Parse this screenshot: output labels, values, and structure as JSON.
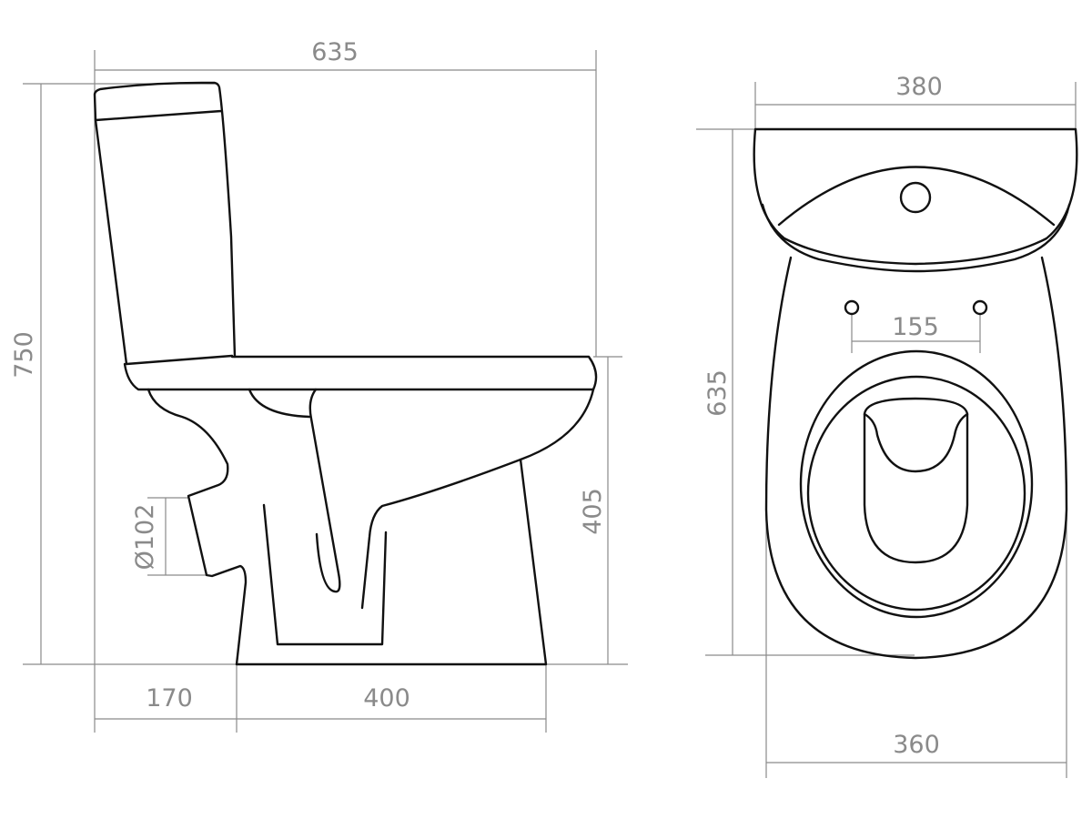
{
  "title": "Toilet dimensional drawing",
  "side_view": {
    "overall_depth": "635",
    "overall_height": "750",
    "seat_height": "405",
    "outlet_diameter": "Ø102",
    "rear_to_outlet": "170",
    "base_length": "400"
  },
  "top_view": {
    "tank_width": "380",
    "overall_depth": "635",
    "seat_bolt_spacing": "155",
    "bowl_width": "360"
  },
  "colors": {
    "dimension": "#8a8a8a",
    "outline": "#111111"
  }
}
